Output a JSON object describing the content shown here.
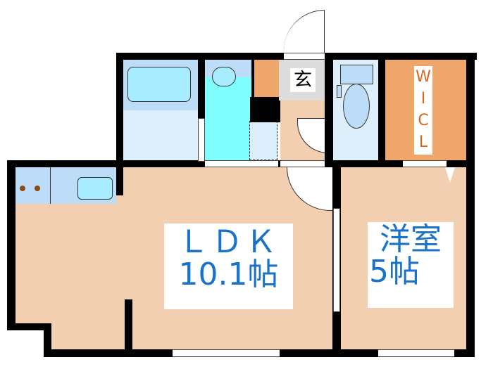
{
  "floor_plan": {
    "rooms": [
      {
        "id": "ldk",
        "name": "ＬＤＫ",
        "size": "10.1帖"
      },
      {
        "id": "western",
        "name": "洋室",
        "size": "5帖"
      },
      {
        "id": "entrance",
        "name": "玄"
      },
      {
        "id": "wic",
        "name": "W I C L",
        "letters": [
          "W",
          "I",
          "C",
          "L"
        ]
      }
    ],
    "colors": {
      "floor": "#f2cfb0",
      "wet_area": "#ddeffb",
      "fixture": "#bcdcf7",
      "washroom": "#80ffff",
      "storage": "#efa66a",
      "entrance": "#dcdcdc",
      "label_text": "#1a73c8",
      "wic_text": "#d8661c"
    }
  }
}
